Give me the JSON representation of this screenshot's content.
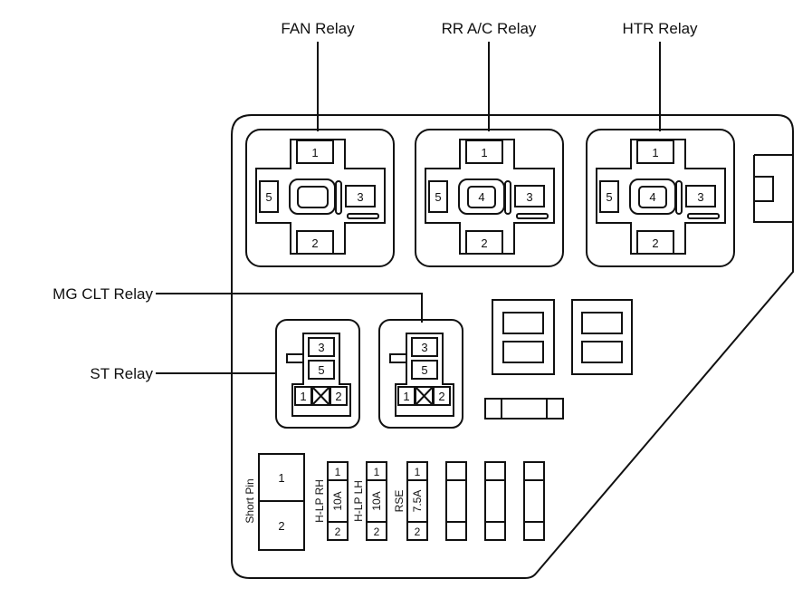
{
  "labels": {
    "fan_relay": "FAN Relay",
    "rr_ac_relay": "RR A/C Relay",
    "htr_relay": "HTR Relay",
    "mg_clt_relay": "MG CLT Relay",
    "st_relay": "ST Relay"
  },
  "large_relays": [
    {
      "id": "fan",
      "pins": {
        "top": "1",
        "left": "5",
        "center": "",
        "right": "3",
        "bottom": "2"
      }
    },
    {
      "id": "rr_ac",
      "pins": {
        "top": "1",
        "left": "5",
        "center": "4",
        "right": "3",
        "bottom": "2"
      }
    },
    {
      "id": "htr",
      "pins": {
        "top": "1",
        "left": "5",
        "center": "4",
        "right": "3",
        "bottom": "2"
      }
    }
  ],
  "small_relays": [
    {
      "id": "st",
      "pins": {
        "p3": "3",
        "p5": "5",
        "p1": "1",
        "p2": "2"
      }
    },
    {
      "id": "mg_clt",
      "pins": {
        "p3": "3",
        "p5": "5",
        "p1": "1",
        "p2": "2"
      }
    }
  ],
  "short_pin": {
    "label": "Short Pin",
    "pin_top": "1",
    "pin_bottom": "2"
  },
  "fuses": [
    {
      "id": "hlp_rh",
      "name": "H-LP RH",
      "rating": "10A",
      "pin_top": "1",
      "pin_bottom": "2"
    },
    {
      "id": "hlp_lh",
      "name": "H-LP LH",
      "rating": "10A",
      "pin_top": "1",
      "pin_bottom": "2"
    },
    {
      "id": "rse",
      "name": "RSE",
      "rating": "7.5A",
      "pin_top": "1",
      "pin_bottom": "2"
    }
  ],
  "colors": {
    "line": "#111111",
    "background": "#ffffff"
  }
}
